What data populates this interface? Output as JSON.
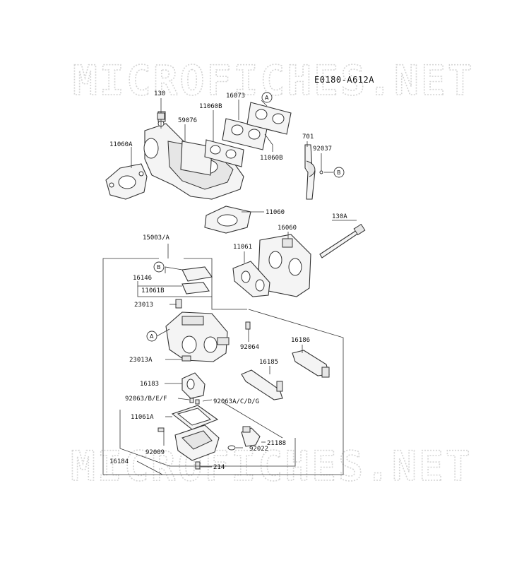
{
  "reference_code": "E0180-A612A",
  "watermark": {
    "top": "MICROFICHES.NET",
    "bottom": "MICROFICHES.NET"
  },
  "part_labels": {
    "p130": "130",
    "p16073": "16073",
    "p11060b_a": "11060B",
    "p59076": "59076",
    "p11060a": "11060A",
    "p11060b_b": "11060B",
    "p701": "701",
    "p92037": "92037",
    "p11060": "11060",
    "p130a": "130A",
    "p16060": "16060",
    "p15003a": "15003/A",
    "p11061": "11061",
    "p16146": "16146",
    "p11061b": "11061B",
    "p23013": "23013",
    "p92064": "92064",
    "p16186": "16186",
    "p23013a": "23013A",
    "p16185": "16185",
    "p16183": "16183",
    "p92063bef": "92063/B/E/F",
    "p92063acdg": "92063A/C/D/G",
    "p11061a": "11061A",
    "p21188": "21188",
    "p92009": "92009",
    "p92022": "92022",
    "p16184": "16184",
    "p214": "214"
  },
  "callouts": {
    "a_top": "A",
    "b_right": "B",
    "b_left": "B",
    "a_left": "A"
  }
}
